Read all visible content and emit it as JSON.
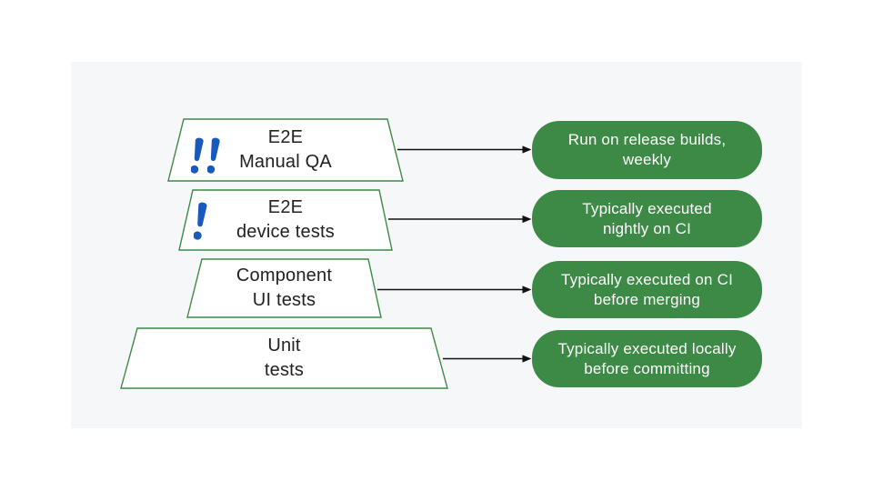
{
  "colors": {
    "green": "#3d8a46",
    "green_border": "#3c8a45",
    "blue": "#185abc",
    "text_dark": "#202124",
    "arrow": "#111111",
    "panel_bg": "#f5f7f8",
    "pill_text": "#ffffff"
  },
  "diagram": {
    "name": "test-pyramid",
    "levels": [
      {
        "id": "e2e-manual-qa",
        "label_line1": "E2E",
        "label_line2": "Manual QA",
        "priority_icon": "double-exclamation-icon",
        "note_line1": "Run on release builds,",
        "note_line2": "weekly"
      },
      {
        "id": "e2e-device-tests",
        "label_line1": "E2E",
        "label_line2": "device tests",
        "priority_icon": "exclamation-icon",
        "note_line1": "Typically executed",
        "note_line2": "nightly on CI"
      },
      {
        "id": "component-ui-tests",
        "label_line1": "Component",
        "label_line2": "UI tests",
        "priority_icon": "none",
        "note_line1": "Typically executed on CI",
        "note_line2": "before merging"
      },
      {
        "id": "unit-tests",
        "label_line1": "Unit",
        "label_line2": "tests",
        "priority_icon": "none",
        "note_line1": "Typically executed locally",
        "note_line2": "before committing"
      }
    ]
  }
}
